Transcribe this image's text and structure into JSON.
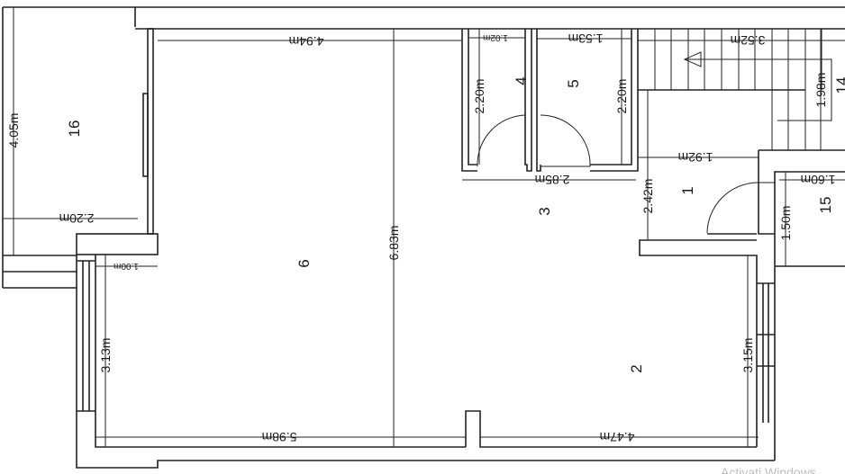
{
  "plan": {
    "rooms": {
      "r1": "1",
      "r2": "2",
      "r3": "3",
      "r4": "4",
      "r5": "5",
      "r6": "6",
      "r14": "14",
      "r15": "15",
      "r16": "16"
    },
    "dimensions": {
      "d494": "4.94m",
      "d683": "6.83m",
      "d405": "4.05m",
      "d220a": "2.20m",
      "d100": "1.00m",
      "d313": "3.13m",
      "d598": "5.98m",
      "d447": "4.47m",
      "d315": "3.15m",
      "d285": "2.85m",
      "d102": "1.02m",
      "d153": "1.53m",
      "d220b": "2.20m",
      "d220c": "2.20m",
      "d352": "3.52m",
      "d198": "1.98m",
      "d192": "1.92m",
      "d242": "2.42m",
      "d160": "1.60m",
      "d150": "1.50m"
    }
  },
  "watermark": "Activati Windows",
  "colors": {
    "lines": "#222222",
    "background": "#ffffff"
  }
}
